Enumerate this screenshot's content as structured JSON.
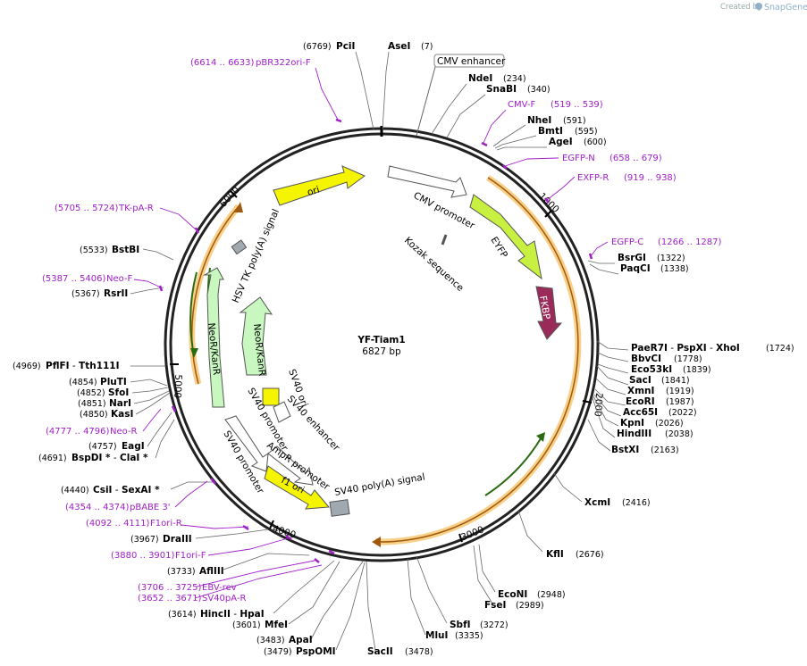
{
  "credit": {
    "prefix": "Created by",
    "brand": "SnapGene"
  },
  "plasmid": {
    "name": "YF-Tiam1",
    "size": "6827 bp"
  },
  "ticks": [
    "1000",
    "2000",
    "3000",
    "4000",
    "5000",
    "6000"
  ],
  "colors": {
    "primer": "#a020c8",
    "ori": "#f5f500",
    "eyfp": "#c8f040",
    "fkbp": "#9a2a5a",
    "neokan": "#c8f8c0",
    "amp_ori_arrow": "#f5b030",
    "signal_box": "#a0a8b0"
  },
  "features": {
    "cmv_enhancer": "CMV enhancer",
    "cmv_promoter": "CMV promoter",
    "kozak": "Kozak sequence",
    "eyfp": "EYFP",
    "fkbp": "FKBP",
    "ori": "ori",
    "hsv_tk": "HSV TK poly(A) signal",
    "neokan_outer": "NeoR/KanR",
    "neokan_inner": "NeoR/KanR",
    "sv40_ori": "SV40 ori",
    "sv40_enhancer": "SV40 enhancer",
    "sv40_promoter_inner": "SV40 promoter",
    "sv40_promoter": "SV40 promoter",
    "ampr_promoter": "AmpR promoter",
    "f1_ori": "f1 ori",
    "sv40_polya": "SV40 poly(A) signal"
  },
  "enzymes": {
    "pcii": {
      "name": "PciI",
      "pos": "(6769)"
    },
    "asei": {
      "name": "AseI",
      "pos": "(7)"
    },
    "ndei": {
      "name": "NdeI",
      "pos": "(234)"
    },
    "snabi": {
      "name": "SnaBI",
      "pos": "(340)"
    },
    "nhei": {
      "name": "NheI",
      "pos": "(591)"
    },
    "bmti": {
      "name": "BmtI",
      "pos": "(595)"
    },
    "agei": {
      "name": "AgeI",
      "pos": "(600)"
    },
    "bsrgi": {
      "name": "BsrGI",
      "pos": "(1322)"
    },
    "paqci": {
      "name": "PaqCI",
      "pos": "(1338)"
    },
    "paer7i": {
      "name": "PaeR7I",
      "sep1": " - ",
      "name2": "PspXI",
      "sep2": " - ",
      "name3": "XhoI",
      "pos": "(1724)"
    },
    "bbvci": {
      "name": "BbvCI",
      "pos": "(1778)"
    },
    "eco53ki": {
      "name": "Eco53kI",
      "pos": "(1839)"
    },
    "saci": {
      "name": "SacI",
      "pos": "(1841)"
    },
    "xmni": {
      "name": "XmnI",
      "pos": "(1919)"
    },
    "ecori": {
      "name": "EcoRI",
      "pos": "(1987)"
    },
    "acc65i": {
      "name": "Acc65I",
      "pos": "(2022)"
    },
    "kpni": {
      "name": "KpnI",
      "pos": "(2026)"
    },
    "hindiii": {
      "name": "HindIII",
      "pos": "(2038)"
    },
    "bstxi": {
      "name": "BstXI",
      "pos": "(2163)"
    },
    "xcmi": {
      "name": "XcmI",
      "pos": "(2416)"
    },
    "kfli": {
      "name": "KflI",
      "pos": "(2676)"
    },
    "econi": {
      "name": "EcoNI",
      "pos": "(2948)"
    },
    "fsei": {
      "name": "FseI",
      "pos": "(2989)"
    },
    "sbfi": {
      "name": "SbfI",
      "pos": "(3272)"
    },
    "mlui": {
      "name": "MluI",
      "pos": "(3335)"
    },
    "sacii": {
      "name": "SacII",
      "pos": "(3478)"
    },
    "apai": {
      "name": "ApaI",
      "pos": "(3483)"
    },
    "pspomi": {
      "name": "PspOMI",
      "pos": "(3479)"
    },
    "mfei": {
      "name": "MfeI",
      "pos": "(3601)"
    },
    "hincii": {
      "name": "HincII",
      "sep": " - ",
      "name2": "HpaI",
      "pos": "(3614)"
    },
    "afliii": {
      "name": "AflIII",
      "pos": "(3733)"
    },
    "draiii": {
      "name": "DraIII",
      "pos": "(3967)"
    },
    "csii": {
      "name": "CsiI",
      "sep": " - ",
      "name2": "SexAI *",
      "pos": "(4440)"
    },
    "bspdi": {
      "name": "BspDI *",
      "sep": " - ",
      "name2": "ClaI *",
      "pos": "(4691)"
    },
    "eagi": {
      "name": "EagI",
      "pos": "(4757)"
    },
    "kasi": {
      "name": "KasI",
      "pos": "(4850)"
    },
    "nari": {
      "name": "NarI",
      "pos": "(4851)"
    },
    "sfoi": {
      "name": "SfoI",
      "pos": "(4852)"
    },
    "pluti": {
      "name": "PluTI",
      "pos": "(4854)"
    },
    "pflfi": {
      "name": "PflFI",
      "sep": " - ",
      "name2": "Tth111I",
      "pos": "(4969)"
    },
    "rsrii": {
      "name": "RsrII",
      "pos": "(5367)"
    },
    "bstbi": {
      "name": "BstBI",
      "pos": "(5533)"
    }
  },
  "primers": {
    "pbr322": {
      "range": "(6614 .. 6633)",
      "name": "pBR322ori-F"
    },
    "cmvf": {
      "name": "CMV-F",
      "range": "(519 .. 539)"
    },
    "egfpn": {
      "name": "EGFP-N",
      "range": "(658 .. 679)"
    },
    "exfpr": {
      "name": "EXFP-R",
      "range": "(919 .. 938)"
    },
    "egfpc": {
      "name": "EGFP-C",
      "range": "(1266 .. 1287)"
    },
    "tkpar": {
      "range": "(5705 .. 5724)",
      "name": "TK-pA-R"
    },
    "neof": {
      "range": "(5387 .. 5406)",
      "name": "Neo-F"
    },
    "neor": {
      "range": "(4777 .. 4796)",
      "name": "Neo-R"
    },
    "pbabe": {
      "range": "(4354 .. 4374)",
      "name": "pBABE 3'"
    },
    "f1orir": {
      "range": "(4092 .. 4111)",
      "name": "F1ori-R"
    },
    "f1orif": {
      "range": "(3880 .. 3901)",
      "name": "F1ori-F"
    },
    "ebvrev": {
      "range": "(3706 .. 3725)",
      "name": "EBV-rev"
    },
    "sv40par": {
      "range": "(3652 .. 3671)",
      "name": "SV40pA-R"
    }
  }
}
